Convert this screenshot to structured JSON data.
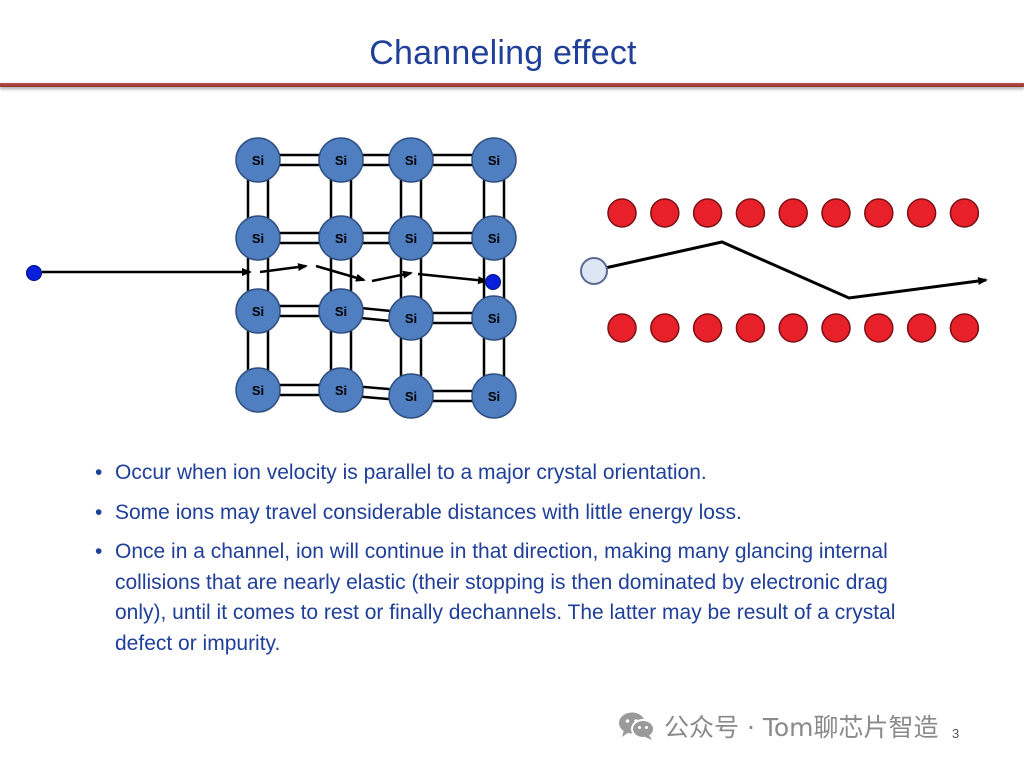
{
  "slide": {
    "title": "Channeling effect",
    "page_number": "3"
  },
  "lattice": {
    "atom_label": "Si",
    "atom_color": "#4f7fc0",
    "bond_color": "#000000",
    "ion_color": "#0a1fd9",
    "trajectory_color": "#000000"
  },
  "channel": {
    "row_atom_color": "#e8202a",
    "row_atom_count": 9,
    "ion_color": "#dde6f5",
    "path_color": "#000000"
  },
  "bullets": [
    "Occur when ion velocity is parallel to a major crystal orientation.",
    "Some ions may travel considerable distances with little energy loss.",
    "Once in a channel, ion will continue in that direction, making many glancing internal collisions that are nearly elastic (their stopping is then dominated by electronic drag only), until it comes to rest or finally dechannels. The latter may be result of a crystal defect or impurity."
  ],
  "bullet_symbol": "•",
  "footer": {
    "watermark_text": "公众号 · Tom聊芯片智造",
    "icon": "wechat-icon"
  }
}
